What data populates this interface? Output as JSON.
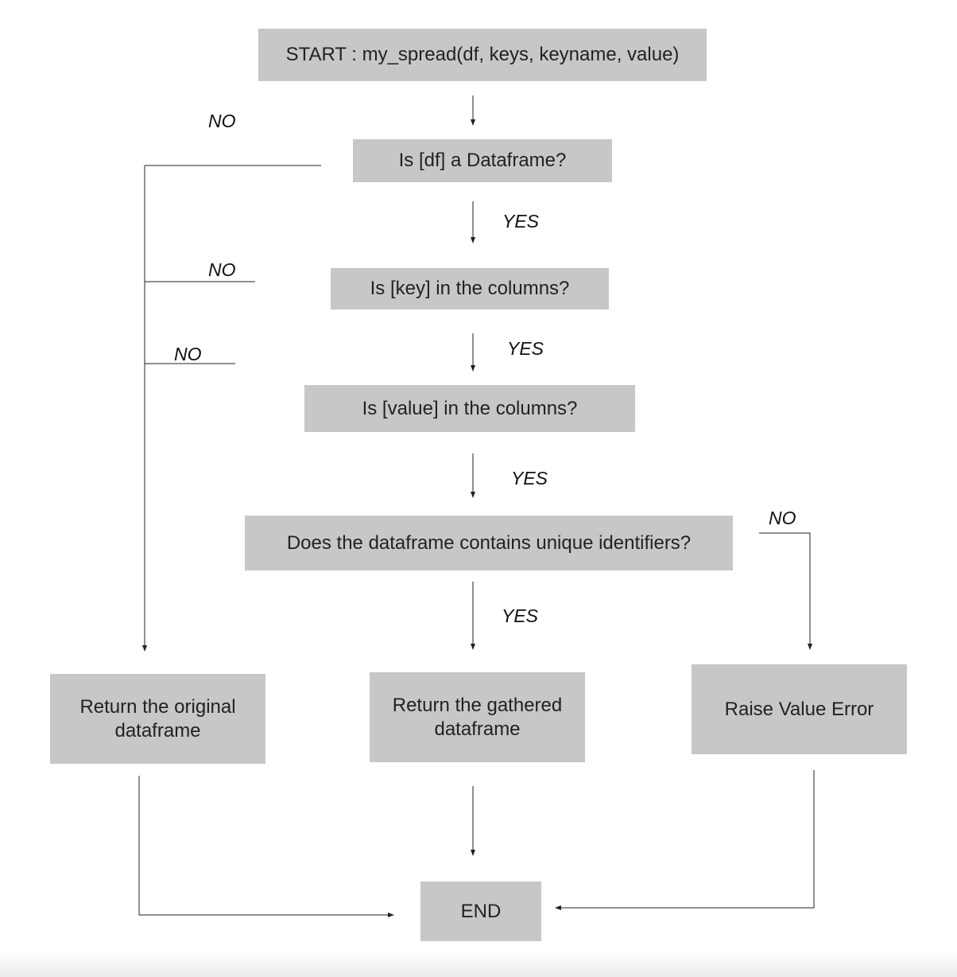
{
  "nodes": {
    "start": "START : my_spread(df, keys, keyname, value)",
    "is_dataframe": "Is [df] a Dataframe?",
    "is_key_in_columns": "Is [key] in the columns?",
    "is_value_in_columns": "Is [value] in the columns?",
    "has_unique_identifiers": "Does the dataframe contains unique identifiers?",
    "return_original": "Return the original dataframe",
    "return_gathered": "Return the gathered dataframe",
    "raise_error": "Raise Value Error",
    "end": "END"
  },
  "edge_labels": {
    "df_no": "NO",
    "df_yes": "YES",
    "key_no": "NO",
    "key_yes": "YES",
    "value_no": "NO",
    "value_yes": "YES",
    "unique_no": "NO",
    "unique_yes": "YES"
  },
  "colors": {
    "box_fill": "#c7c7c7",
    "line": "#222222",
    "background": "#ffffff"
  }
}
